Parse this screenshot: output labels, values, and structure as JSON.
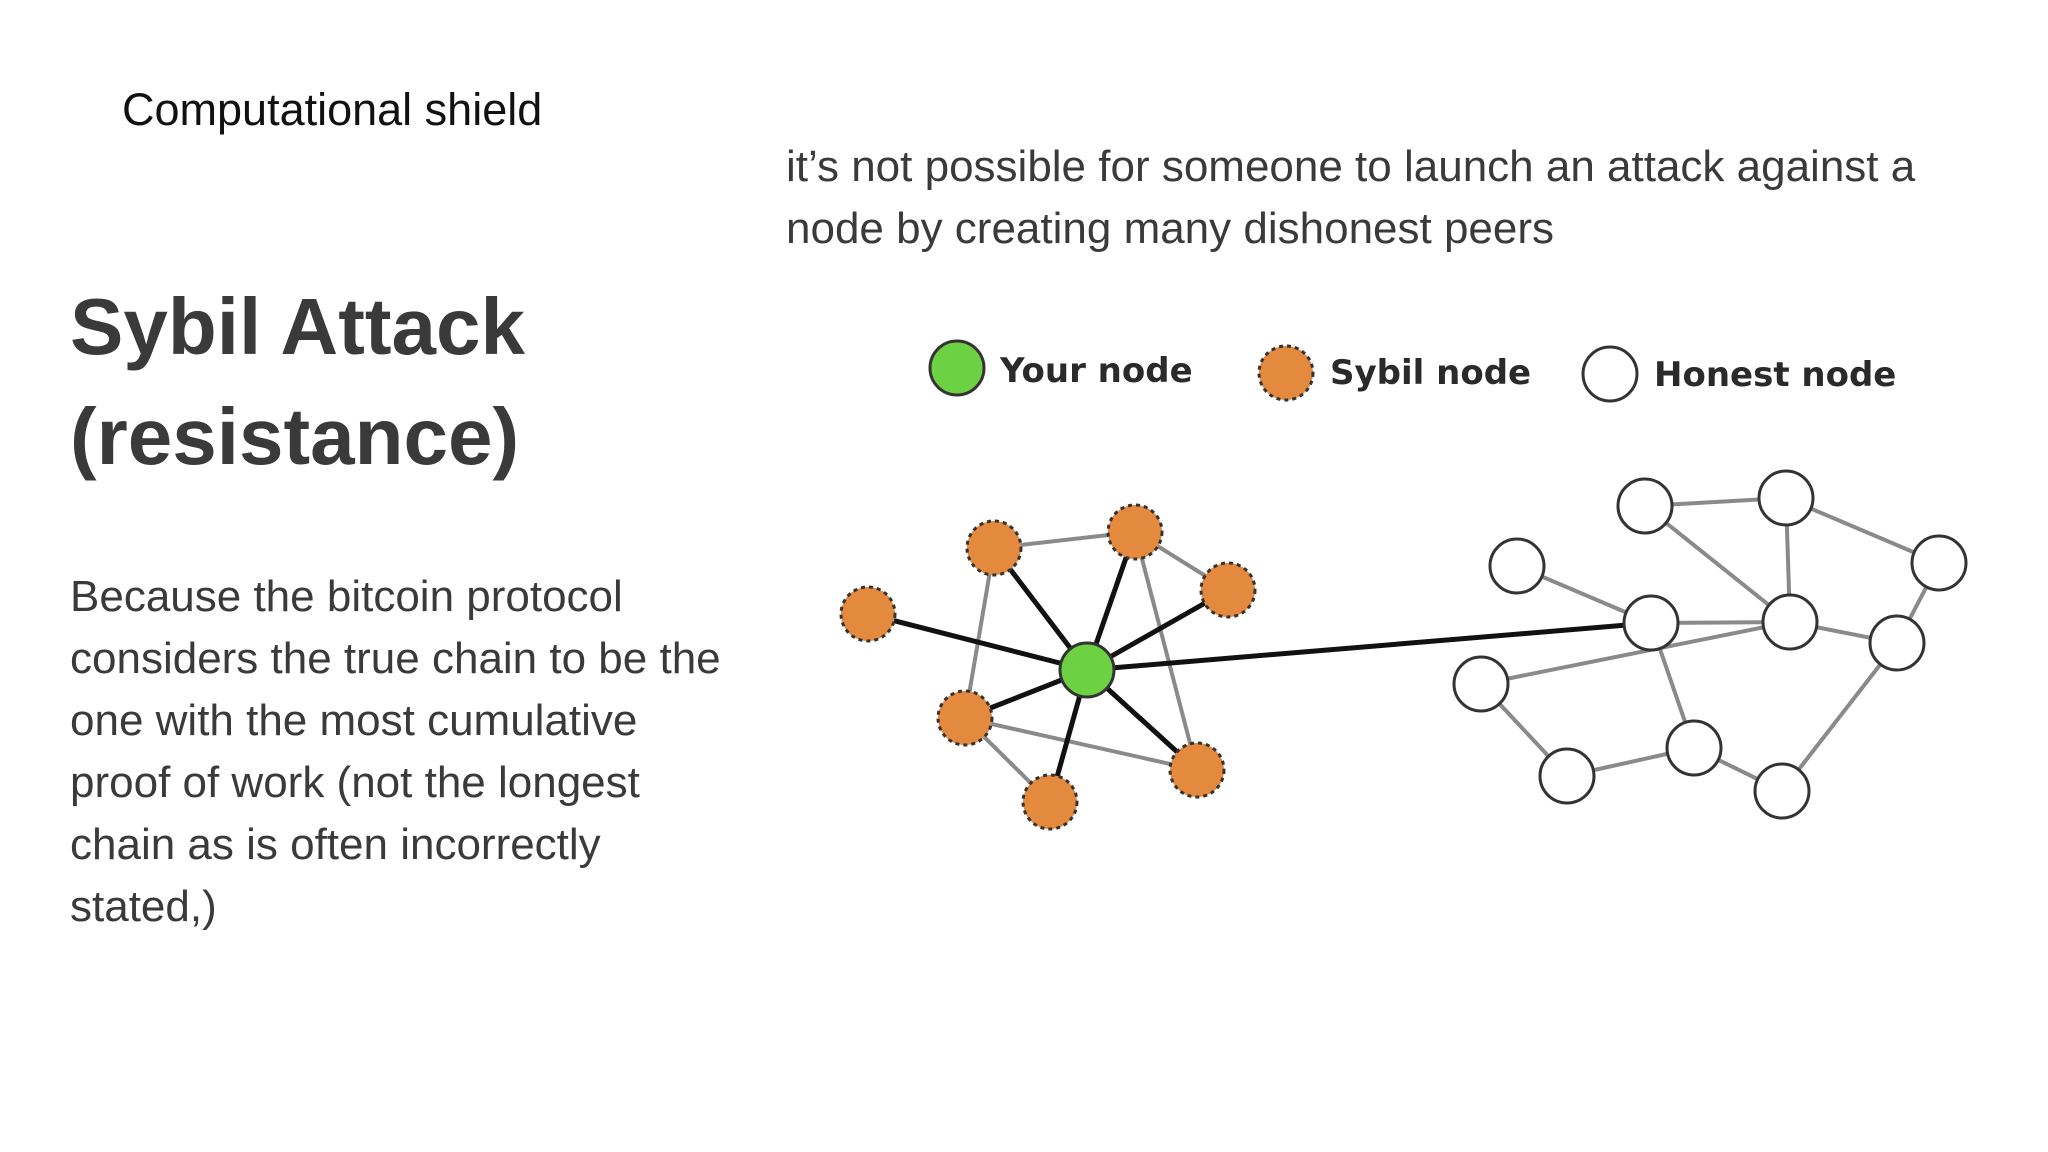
{
  "subtitle": "Computational shield",
  "title": {
    "lines": [
      "Sybil Attack",
      "(resistance)"
    ]
  },
  "body": {
    "lines": [
      "Because the bitcoin protocol",
      "considers the true chain to be the",
      "one with the most cumulative",
      "proof of work (not the longest",
      "chain as is often incorrectly",
      "stated,)"
    ]
  },
  "note": {
    "lines": [
      "it’s not possible for someone to launch an attack against a",
      "node by creating many dishonest peers"
    ]
  },
  "legend": {
    "your_node": "Your node",
    "sybil_node": "Sybil node",
    "honest_node": "Honest node"
  },
  "colors": {
    "your_node": "#6cd143",
    "sybil_node": "#e38a3f",
    "honest_node": "#ffffff",
    "strong_edge": "#111111",
    "weak_edge": "#8a8a8a"
  }
}
